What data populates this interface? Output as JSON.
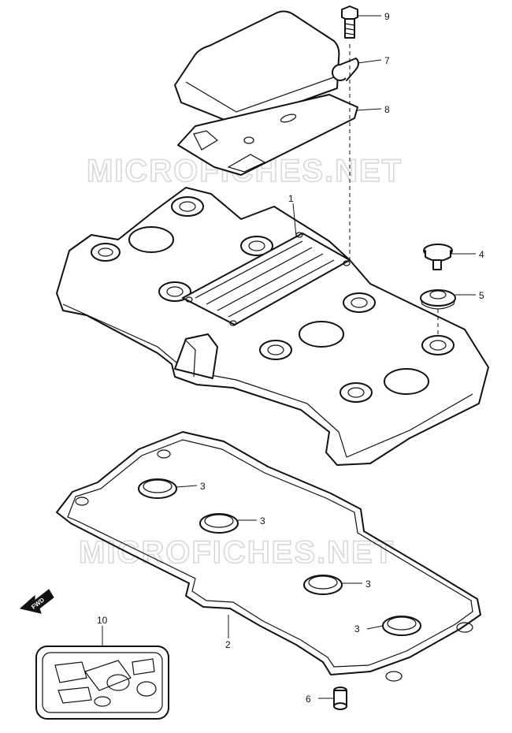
{
  "watermark": "MICROFICHES.NET",
  "arrow_label": "FWD",
  "callouts": {
    "c1": "1",
    "c2": "2",
    "c3a": "3",
    "c3b": "3",
    "c3c": "3",
    "c3d": "3",
    "c4": "4",
    "c5": "5",
    "c6": "6",
    "c7": "7",
    "c8": "8",
    "c9": "9",
    "c10": "10"
  }
}
